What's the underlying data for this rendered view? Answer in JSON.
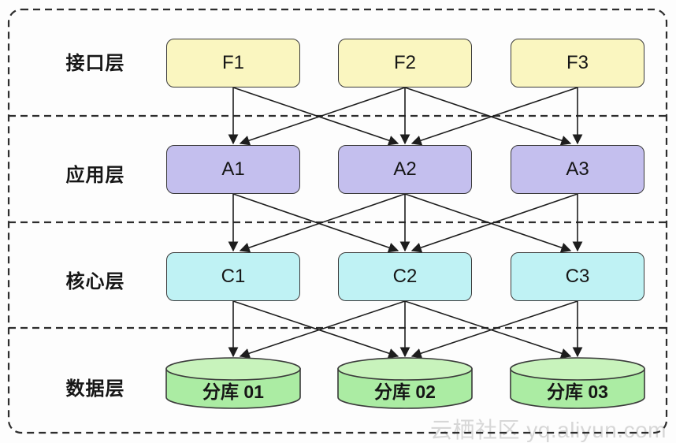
{
  "diagram": {
    "title": "sharded database layered architecture",
    "layers": [
      {
        "id": "interface",
        "label": "接口层",
        "node_type": "box",
        "color": "#FAF6C0",
        "items": [
          {
            "id": "F1",
            "label": "F1"
          },
          {
            "id": "F2",
            "label": "F2"
          },
          {
            "id": "F3",
            "label": "F3"
          }
        ]
      },
      {
        "id": "application",
        "label": "应用层",
        "node_type": "box",
        "color": "#C4BFEE",
        "items": [
          {
            "id": "A1",
            "label": "A1"
          },
          {
            "id": "A2",
            "label": "A2"
          },
          {
            "id": "A3",
            "label": "A3"
          }
        ]
      },
      {
        "id": "core",
        "label": "核心层",
        "node_type": "box",
        "color": "#BFF2F4",
        "items": [
          {
            "id": "C1",
            "label": "C1"
          },
          {
            "id": "C2",
            "label": "C2"
          },
          {
            "id": "C3",
            "label": "C3"
          }
        ]
      },
      {
        "id": "data",
        "label": "数据层",
        "node_type": "cylinder",
        "color": "#ABECA3",
        "color_top": "#C8F3BC",
        "items": [
          {
            "id": "D1",
            "label": "分库 01"
          },
          {
            "id": "D2",
            "label": "分库 02"
          },
          {
            "id": "D3",
            "label": "分库 03"
          }
        ]
      }
    ],
    "edges": [
      {
        "from": "F1",
        "to": "A1"
      },
      {
        "from": "F1",
        "to": "A2"
      },
      {
        "from": "F2",
        "to": "A1"
      },
      {
        "from": "F2",
        "to": "A2"
      },
      {
        "from": "F2",
        "to": "A3"
      },
      {
        "from": "F3",
        "to": "A2"
      },
      {
        "from": "F3",
        "to": "A3"
      },
      {
        "from": "A1",
        "to": "C1"
      },
      {
        "from": "A1",
        "to": "C2"
      },
      {
        "from": "A2",
        "to": "C1"
      },
      {
        "from": "A2",
        "to": "C2"
      },
      {
        "from": "A2",
        "to": "C3"
      },
      {
        "from": "A3",
        "to": "C2"
      },
      {
        "from": "A3",
        "to": "C3"
      },
      {
        "from": "C1",
        "to": "D1"
      },
      {
        "from": "C1",
        "to": "D2"
      },
      {
        "from": "C2",
        "to": "D1"
      },
      {
        "from": "C2",
        "to": "D2"
      },
      {
        "from": "C2",
        "to": "D3"
      },
      {
        "from": "C3",
        "to": "D2"
      },
      {
        "from": "C3",
        "to": "D3"
      }
    ]
  },
  "watermark": {
    "text": "云栖社区 yq.aliyun.com"
  },
  "colors": {
    "background": "#fdfdfd",
    "dashed_border": "#2d2d2d",
    "node_outline": "#3a3a3a",
    "arrow": "#1d1d1d",
    "text": "#161616",
    "watermark": "#d7d7d7"
  }
}
